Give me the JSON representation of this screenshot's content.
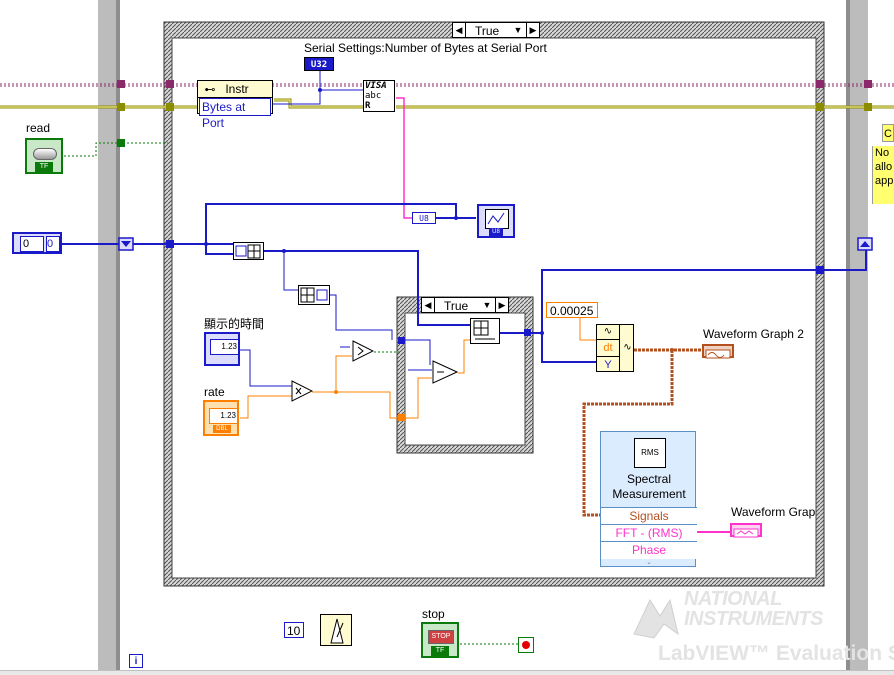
{
  "case_structures": {
    "outer_selector": "True",
    "inner_selector": "True"
  },
  "labels": {
    "serial_settings": "Serial Settings:Number of Bytes at Serial Port",
    "read": "read",
    "display_time": "顯示的時間",
    "rate": "rate",
    "waveform_graph_2": "Waveform Graph 2",
    "waveform_graph_cut": "Waveform Grap",
    "stop": "stop"
  },
  "nodes": {
    "u32_const": "U32",
    "instr": "Instr",
    "bytes_at_port": "Bytes at Port",
    "visa_top": "VISA",
    "visa_abc": "abc",
    "visa_r": "R",
    "u8_indicator": "U8",
    "u8_terminal": "U8",
    "numeric_zero": "0",
    "numeric_zero_2": "0",
    "tf_read": "TF",
    "tf_stop": "TF",
    "display_123": "1.23",
    "rate_123": "1.23",
    "dbl_tag": "DBL",
    "dt_const": "0.00025",
    "build_dt": "dt",
    "build_y": "Y",
    "wait_const": "10",
    "stop_button": "STOP",
    "iter_i": "i"
  },
  "spectral": {
    "title_line1": "Spectral",
    "title_line2": "Measurement",
    "icon_text": "RMS",
    "row_signals": "Signals",
    "row_fft": "FFT - (RMS)",
    "row_phase": "Phase"
  },
  "comment": {
    "line1": "No",
    "line2": "allo",
    "line3": "app",
    "top": "C"
  },
  "watermark": {
    "brand1": "NATIONAL",
    "brand2": "INSTRUMENTS",
    "product": "LabVIEW™ Evaluation So"
  },
  "colors": {
    "wire_blue": "#1a1ac8",
    "wire_orange": "#ff8000",
    "wire_pink": "#ff33cc",
    "wire_green": "#0a7a0a",
    "wire_purple": "#8a2a6a",
    "wire_olive": "#8c8c00",
    "wire_brown": "#b4501e",
    "frame_grey": "#a0a0a0"
  }
}
